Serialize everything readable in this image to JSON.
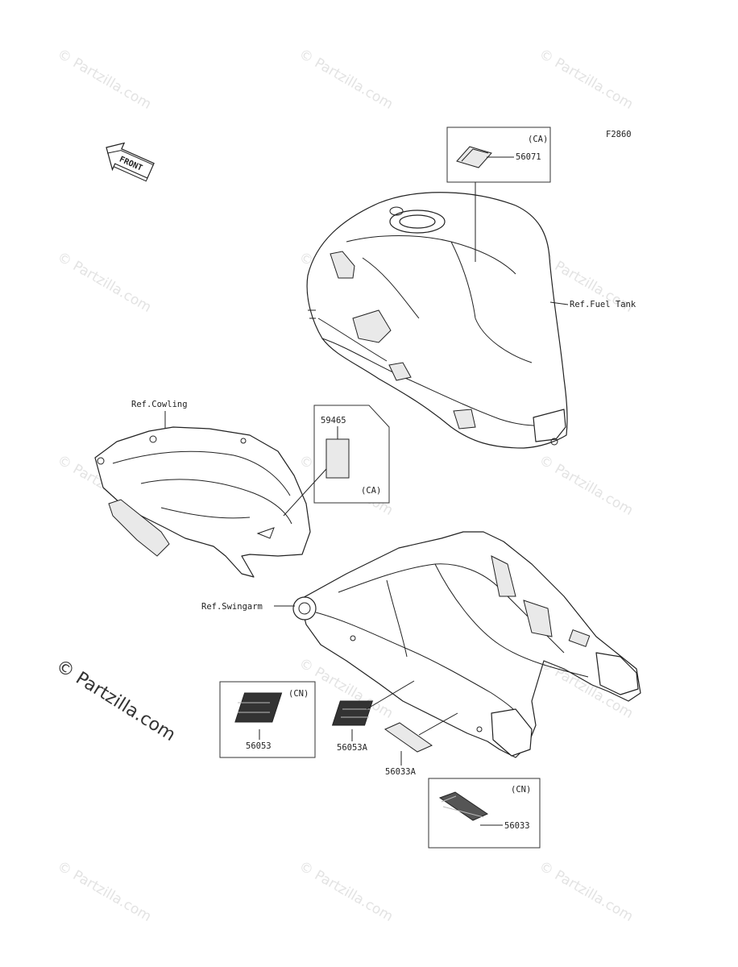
{
  "diagram": {
    "figure_code": "F2860",
    "front_label": "FRONT",
    "watermark": "© Partzilla.com",
    "brand_watermark": "© Partzilla.com",
    "refs": {
      "fuel_tank": "Ref.Fuel Tank",
      "cowling": "Ref.Cowling",
      "swingarm": "Ref.Swingarm"
    },
    "parts": {
      "p56071": {
        "number": "56071",
        "region": "(CA)"
      },
      "p59465": {
        "number": "59465",
        "region": "(CA)"
      },
      "p56053": {
        "number": "56053",
        "region": "(CN)"
      },
      "p56053A": {
        "number": "56053A"
      },
      "p56033A": {
        "number": "56033A"
      },
      "p56033": {
        "number": "56033",
        "region": "(CN)"
      }
    }
  }
}
